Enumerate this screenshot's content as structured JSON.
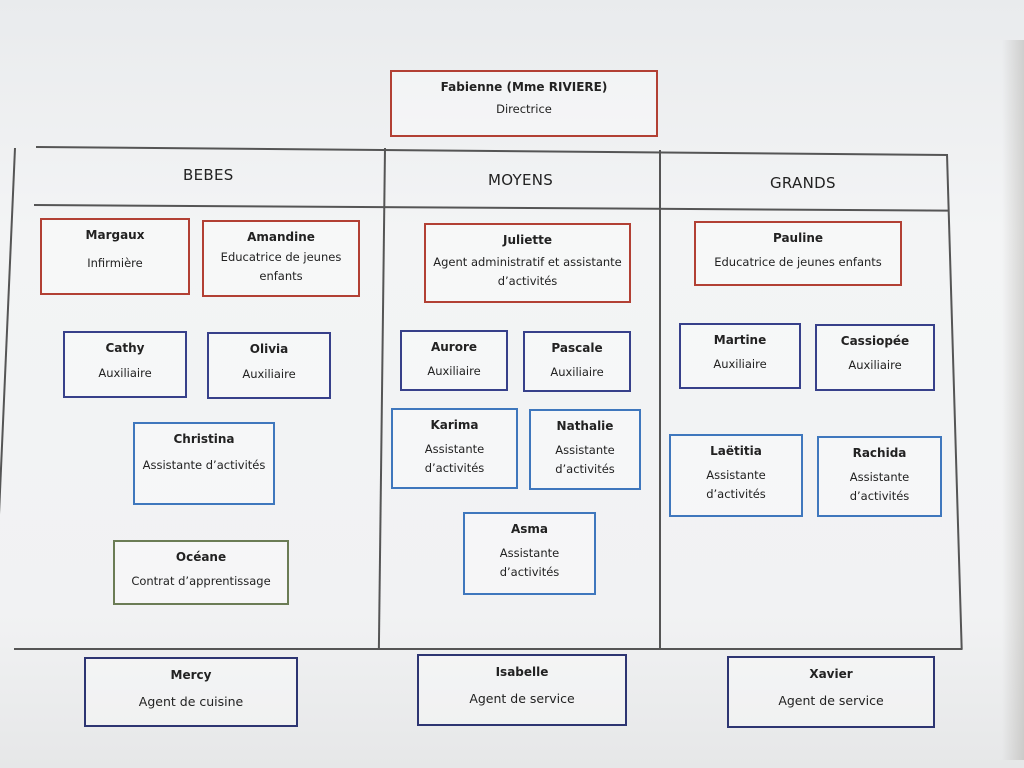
{
  "director": {
    "name": "Fabienne (Mme RIVIERE)",
    "role": "Directrice"
  },
  "columns": {
    "bebes": {
      "title": "BEBES"
    },
    "moyens": {
      "title": "MOYENS"
    },
    "grands": {
      "title": "GRANDS"
    }
  },
  "bebes_staff": [
    {
      "name": "Margaux",
      "role": "Infirmière"
    },
    {
      "name": "Amandine",
      "role": "Educatrice de jeunes enfants"
    },
    {
      "name": "Cathy",
      "role": "Auxiliaire"
    },
    {
      "name": "Olivia",
      "role": "Auxiliaire"
    },
    {
      "name": "Christina",
      "role": "Assistante d’activités"
    },
    {
      "name": "Océane",
      "role": "Contrat d’apprentissage"
    }
  ],
  "moyens_staff": [
    {
      "name": "Juliette",
      "role": "Agent administratif et assistante d’activités"
    },
    {
      "name": "Aurore",
      "role": "Auxiliaire"
    },
    {
      "name": "Pascale",
      "role": "Auxiliaire"
    },
    {
      "name": "Karima",
      "role": "Assistante d’activités"
    },
    {
      "name": "Nathalie",
      "role": "Assistante d’activités"
    },
    {
      "name": "Asma",
      "role": "Assistante d’activités"
    }
  ],
  "grands_staff": [
    {
      "name": "Pauline",
      "role": "Educatrice de jeunes enfants"
    },
    {
      "name": "Martine",
      "role": "Auxiliaire"
    },
    {
      "name": "Cassiopée",
      "role": "Auxiliaire"
    },
    {
      "name": "Laëtitia",
      "role": "Assistante d’activités"
    },
    {
      "name": "Rachida",
      "role": "Assistante d’activités"
    }
  ],
  "support_staff": [
    {
      "name": "Mercy",
      "role": "Agent de cuisine"
    },
    {
      "name": "Isabelle",
      "role": "Agent de service"
    },
    {
      "name": "Xavier",
      "role": "Agent de service"
    }
  ]
}
